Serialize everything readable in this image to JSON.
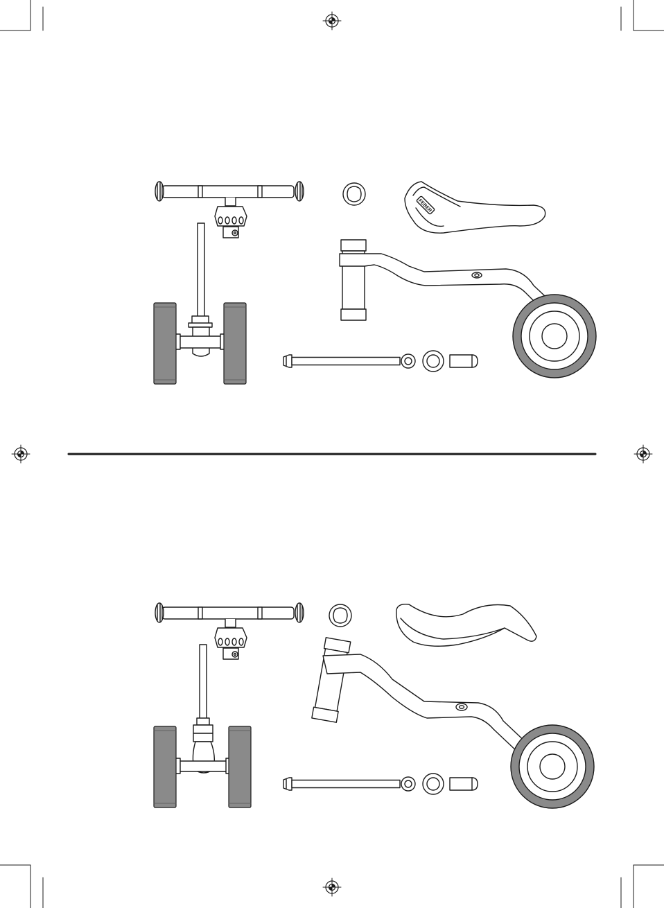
{
  "page": {
    "background": "#ffffff",
    "ink": "#1a1a1a",
    "tire_fill": "#8a8a8a"
  },
  "figures": [
    {
      "name": "parts-kit-upper",
      "seat_logo": "FEBER"
    },
    {
      "name": "parts-kit-lower",
      "seat_logo": ""
    }
  ]
}
